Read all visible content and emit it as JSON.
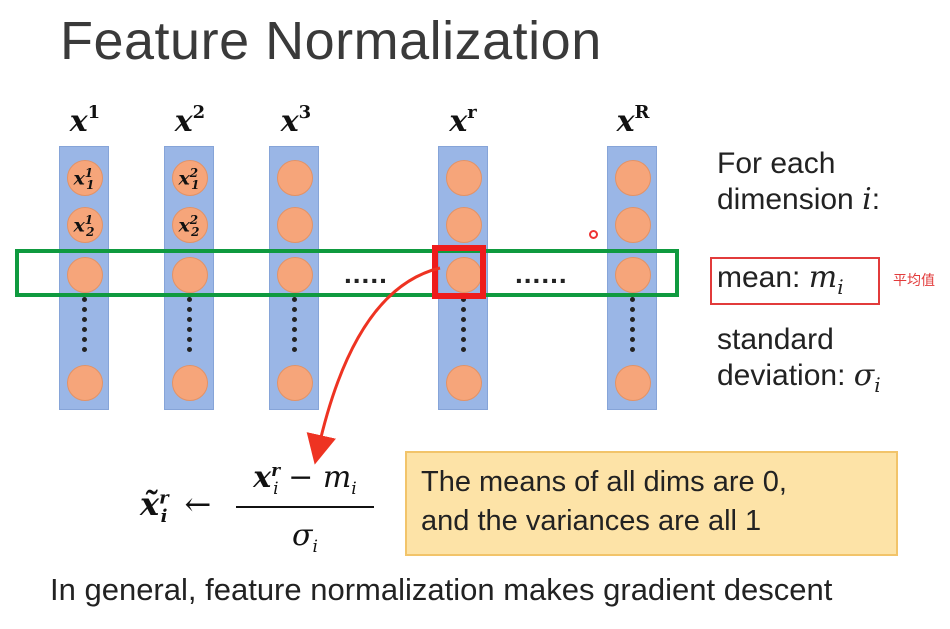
{
  "slide": {
    "title": "Feature Normalization",
    "columns": [
      {
        "base": "x",
        "sup": "1",
        "elems": [
          {
            "base": "x",
            "sup": "1",
            "sub": "1"
          },
          {
            "base": "x",
            "sup": "1",
            "sub": "2"
          }
        ]
      },
      {
        "base": "x",
        "sup": "2",
        "elems": [
          {
            "base": "x",
            "sup": "2",
            "sub": "1"
          },
          {
            "base": "x",
            "sup": "2",
            "sub": "2"
          }
        ]
      },
      {
        "base": "x",
        "sup": "3"
      },
      {
        "base": "x",
        "sup": "r"
      },
      {
        "base": "x",
        "sup": "R"
      }
    ],
    "hdots": ".....",
    "hdots2": "......",
    "side": {
      "for_each": "For each",
      "dimension": "dimension",
      "dim_var": "i",
      "dim_colon": ":",
      "mean_label": "mean:",
      "mean_var": "m",
      "mean_sub": "i",
      "mean_cn": "平均值",
      "std_line1": "standard",
      "std_line2": "deviation:",
      "std_var": "σ",
      "std_sub": "i"
    },
    "formula": {
      "lhs": "x̃",
      "lhs_sup": "r",
      "lhs_sub": "i",
      "arrow": "←",
      "num_var": "x",
      "num_sup": "r",
      "num_sub": "i",
      "minus": "−",
      "num_m": "m",
      "num_m_sub": "i",
      "den": "σ",
      "den_sub": "i"
    },
    "note_line1": "The means of all dims are 0,",
    "note_line2": "and the variances are all 1",
    "bottom_text": "In general, feature normalization makes gradient descent"
  }
}
